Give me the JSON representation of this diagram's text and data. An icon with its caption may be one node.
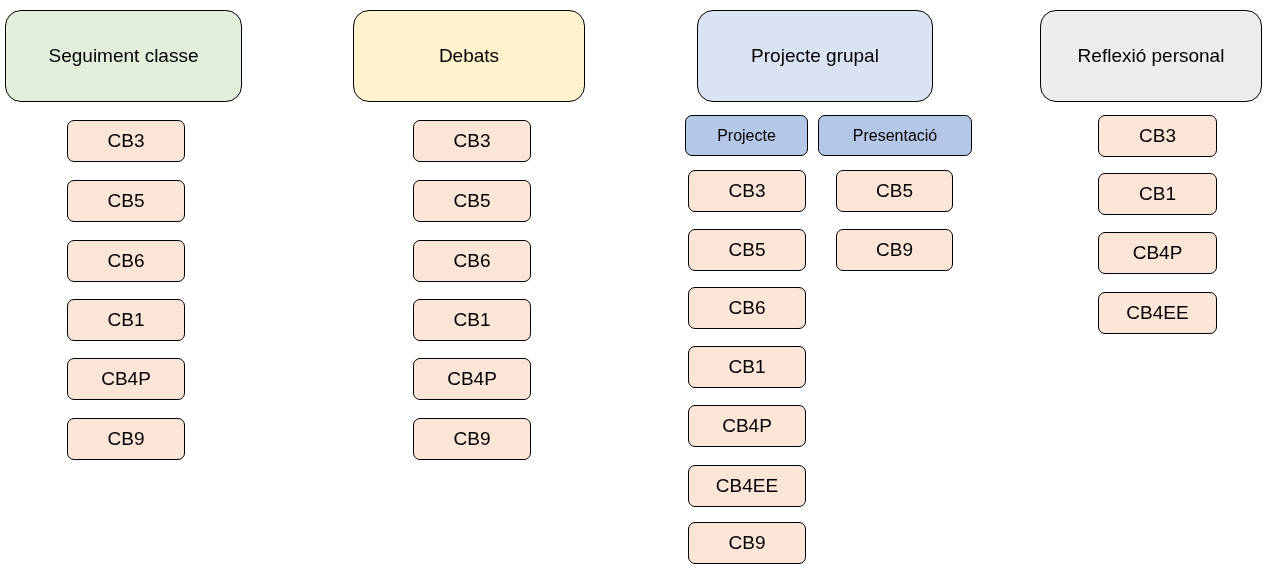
{
  "diagram": {
    "nodes": [
      {
        "text": [
          "Seguiment classe"
        ]
      },
      {
        "text": [
          "CB3"
        ]
      },
      {
        "text": [
          "CB5"
        ]
      },
      {
        "text": [
          "CB6"
        ]
      },
      {
        "text": [
          "CB1"
        ]
      },
      {
        "text": [
          "CB4P"
        ]
      },
      {
        "text": [
          "CB9"
        ]
      },
      {
        "text": [
          "Debats"
        ]
      },
      {
        "text": [
          "CB3"
        ]
      },
      {
        "text": [
          "CB5"
        ]
      },
      {
        "text": [
          "CB6"
        ]
      },
      {
        "text": [
          "CB1"
        ]
      },
      {
        "text": [
          "CB4P"
        ]
      },
      {
        "text": [
          "CB9"
        ]
      },
      {
        "text": [
          "Projecte grupal"
        ]
      },
      {
        "text": [
          "Projecte"
        ]
      },
      {
        "text": [
          "Presentació"
        ]
      },
      {
        "text": [
          "CB3"
        ]
      },
      {
        "text": [
          "CB5"
        ]
      },
      {
        "text": [
          "CB6"
        ]
      },
      {
        "text": [
          "CB1"
        ]
      },
      {
        "text": [
          "CB4P"
        ]
      },
      {
        "text": [
          "CB4EE"
        ]
      },
      {
        "text": [
          "CB9"
        ]
      },
      {
        "text": [
          "CB5"
        ]
      },
      {
        "text": [
          "CB9"
        ]
      },
      {
        "text": [
          "Reflexió personal"
        ]
      },
      {
        "text": [
          "CB3"
        ]
      },
      {
        "text": [
          "CB1"
        ]
      },
      {
        "text": [
          "CB4P"
        ]
      },
      {
        "text": [
          "CB4EE"
        ]
      }
    ]
  }
}
